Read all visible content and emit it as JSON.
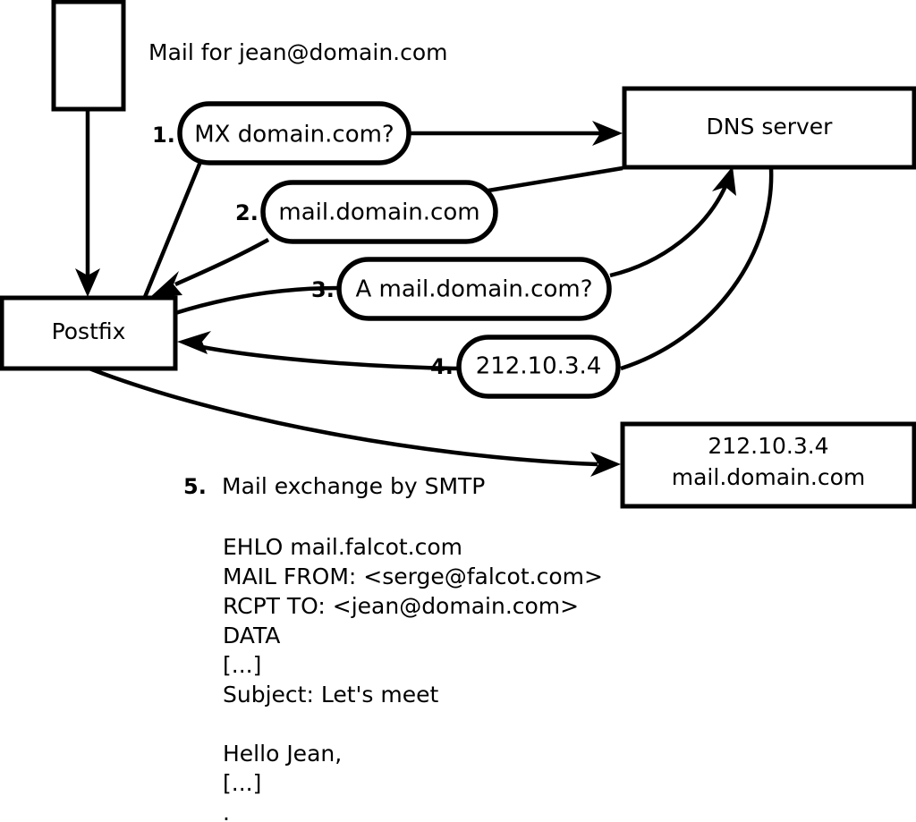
{
  "diagram": {
    "title_text": "Mail for jean@domain.com",
    "nodes": {
      "client": {
        "label": ""
      },
      "postfix": {
        "label": "Postfix"
      },
      "dns": {
        "label": "DNS server"
      },
      "mailserver": {
        "line1": "212.10.3.4",
        "line2": "mail.domain.com"
      }
    },
    "steps": [
      {
        "num": "1.",
        "label": "MX domain.com?"
      },
      {
        "num": "2.",
        "label": "mail.domain.com"
      },
      {
        "num": "3.",
        "label": "A mail.domain.com?"
      },
      {
        "num": "4.",
        "label": "212.10.3.4"
      }
    ],
    "step5": {
      "num": "5.",
      "label": "Mail exchange by SMTP"
    },
    "smtp_transcript": [
      "EHLO mail.falcot.com",
      "MAIL FROM: <serge@falcot.com>",
      "RCPT TO: <jean@domain.com>",
      "DATA",
      "[...]",
      "Subject: Let's meet",
      "",
      "Hello Jean,",
      "[...]",
      "."
    ],
    "colors": {
      "stroke": "#000000",
      "fill": "#ffffff",
      "background": "#ffffff"
    }
  }
}
